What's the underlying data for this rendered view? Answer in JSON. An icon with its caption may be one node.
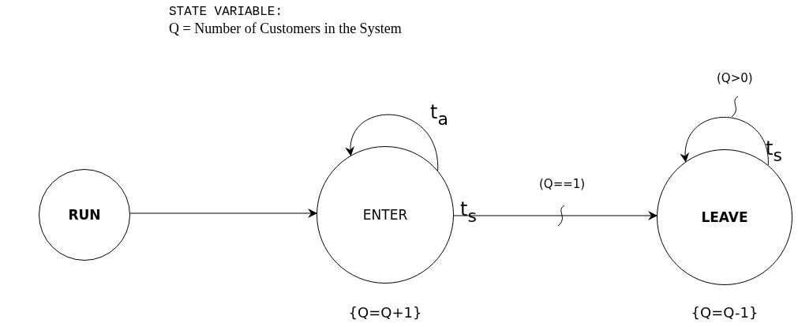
{
  "diagram": {
    "title": "STATE VARIABLE:",
    "nodes": [
      {
        "text": [
          "RUN"
        ]
      },
      {
        "text": [
          "ENTER"
        ],
        "beside": [
          "{Q=Q+1}"
        ]
      },
      {
        "text": [
          "LEAVE"
        ],
        "beside": [
          "{Q=Q-1}"
        ]
      }
    ],
    "edges": [
      {
        "from": 0,
        "to": 1,
        "arrow": "to"
      },
      {
        "from": 1,
        "to": 1,
        "arrow": "to",
        "label": "t$_{a}$"
      },
      {
        "from": 1,
        "to": 2,
        "arrow": "to",
        "label": "t$_{s}$"
      },
      {
        "from": 2,
        "to": 2,
        "arrow": "to",
        "label": "t$_{s}$"
      }
    ],
    "labels": [
      "Q = Number of Customers in the System",
      "(Q==1)",
      "(Q>0)"
    ]
  }
}
